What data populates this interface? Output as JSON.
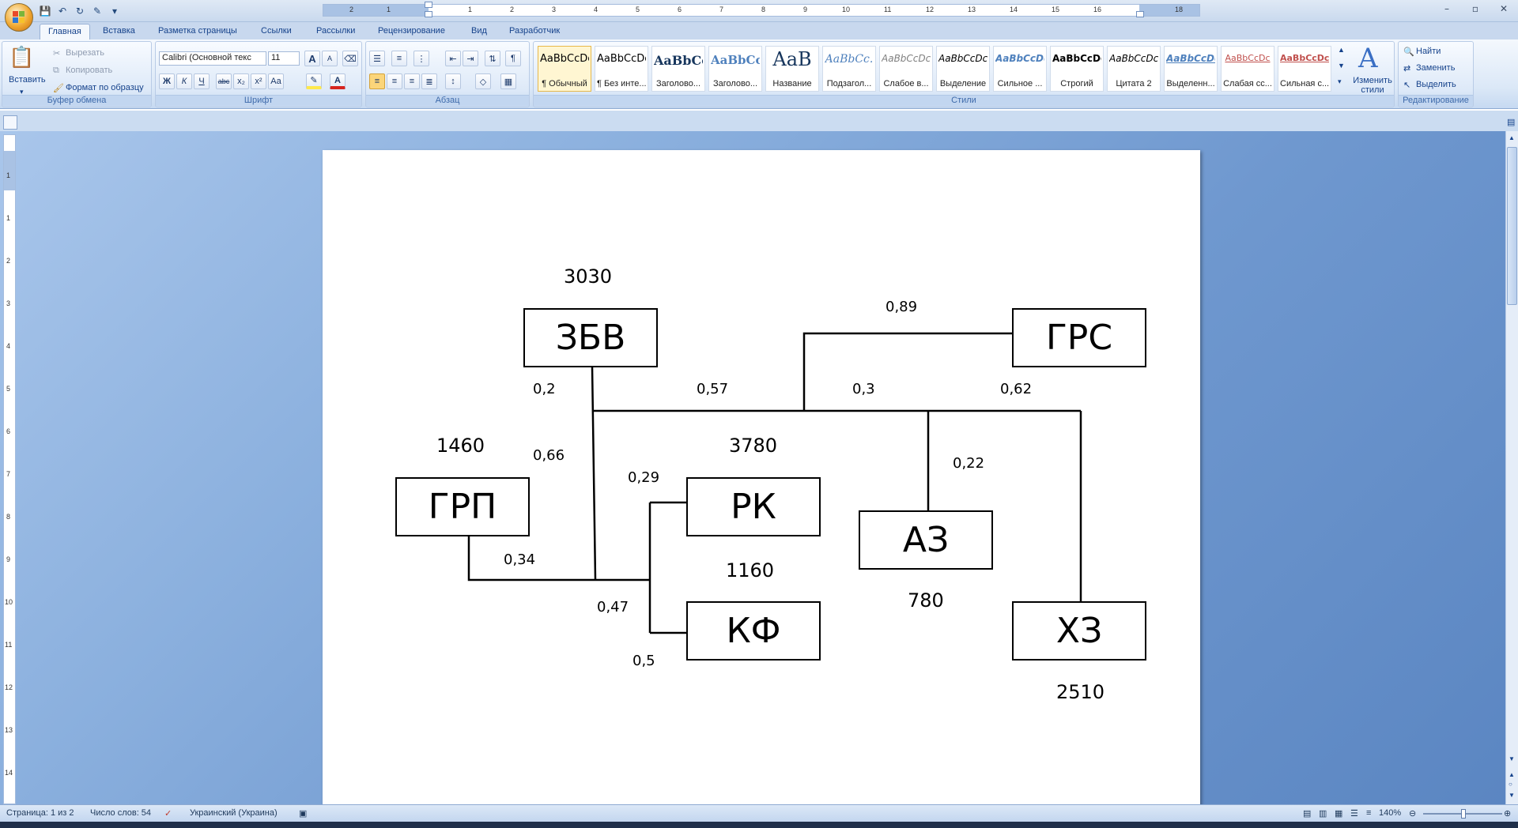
{
  "window": {
    "title": "Документ2 - Microsoft Word",
    "controls": [
      "–",
      "▫",
      "✕"
    ]
  },
  "tabs": [
    "Главная",
    "Вставка",
    "Разметка страницы",
    "Ссылки",
    "Рассылки",
    "Рецензирование",
    "Вид",
    "Разработчик"
  ],
  "ribbon": {
    "clipboard": {
      "paste": "Вставить",
      "cut": "Вырезать",
      "copy": "Копировать",
      "format_painter": "Формат по образцу",
      "label": "Буфер обмена"
    },
    "font": {
      "name": "Calibri (Основной текс",
      "size": "11",
      "label": "Шрифт",
      "bold": "Ж",
      "italic": "К",
      "underline": "Ч",
      "strike": "abc",
      "subscript": "x₂",
      "superscript": "x²",
      "change_case": "Aa",
      "grow": "A",
      "shrink": "A"
    },
    "paragraph": {
      "label": "Абзац"
    },
    "styles": {
      "label": "Стили",
      "items": [
        {
          "sample": "AaBbCcDc",
          "name": "¶ Обычный"
        },
        {
          "sample": "AaBbCcDc",
          "name": "¶ Без инте..."
        },
        {
          "sample": "AaBbCc",
          "name": "Заголово..."
        },
        {
          "sample": "AaBbCc",
          "name": "Заголово..."
        },
        {
          "sample": "AaB",
          "name": "Название"
        },
        {
          "sample": "AaBbCc.",
          "name": "Подзагол..."
        },
        {
          "sample": "AaBbCcDc",
          "name": "Слабое в..."
        },
        {
          "sample": "AaBbCcDc",
          "name": "Выделение"
        },
        {
          "sample": "AaBbCcDc",
          "name": "Сильное ..."
        },
        {
          "sample": "AaBbCcDc",
          "name": "Строгий"
        },
        {
          "sample": "AaBbCcDc",
          "name": "Цитата 2"
        },
        {
          "sample": "AaBbCcDc",
          "name": "Выделенн..."
        },
        {
          "sample": "AaBbCcDc",
          "name": "Слабая сс..."
        },
        {
          "sample": "AaBbCcDc",
          "name": "Сильная с..."
        }
      ],
      "change_styles": "Изменить стили"
    },
    "editing": {
      "label": "Редактирование",
      "find": "Найти",
      "replace": "Заменить",
      "select": "Выделить"
    }
  },
  "ruler": {
    "numbers": [
      "2",
      "1",
      "1",
      "2",
      "3",
      "4",
      "5",
      "6",
      "7",
      "8",
      "9",
      "10",
      "11",
      "12",
      "13",
      "14",
      "15",
      "16",
      "18"
    ],
    "vnumbers": [
      "1",
      "1",
      "2",
      "3",
      "4",
      "5",
      "6",
      "7",
      "8",
      "9",
      "10",
      "11",
      "12",
      "13",
      "14"
    ]
  },
  "diagram": {
    "boxes": {
      "zbv": "ЗБВ",
      "grs": "ГРС",
      "grp": "ГРП",
      "rk": "РК",
      "az": "АЗ",
      "kf": "КФ",
      "hz": "ХЗ"
    },
    "values": {
      "zbv": "3030",
      "grp": "1460",
      "rk": "3780",
      "kf": "1160",
      "az": "780",
      "hz": "2510"
    },
    "coefficients": {
      "c089": "0,89",
      "c02": "0,2",
      "c057": "0,57",
      "c03": "0,3",
      "c062": "0,62",
      "c066": "0,66",
      "c029": "0,29",
      "c022": "0,22",
      "c034": "0,34",
      "c047": "0,47",
      "c05": "0,5"
    }
  },
  "status": {
    "page": "Страница: 1 из 2",
    "words": "Число слов: 54",
    "language": "Украинский (Украина)",
    "zoom": "140%"
  }
}
